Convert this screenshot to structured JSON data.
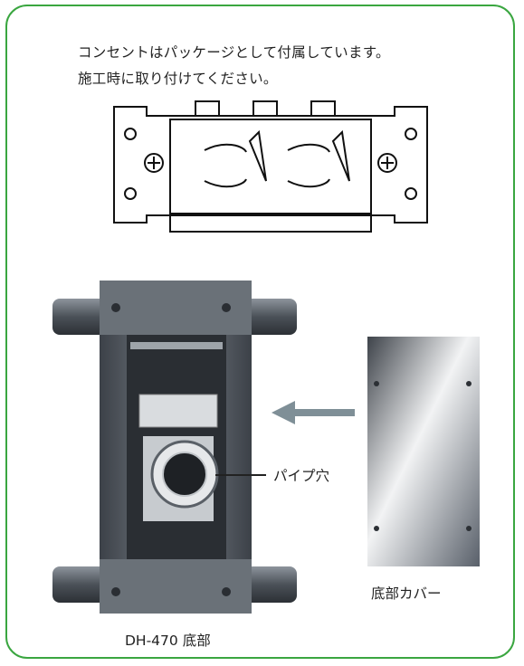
{
  "note": {
    "line1": "コンセントはパッケージとして付属しています。",
    "line2": "施工時に取り付けてください。"
  },
  "labels": {
    "pipe_hole": "パイプ穴",
    "bottom_cover": "底部カバー",
    "base": "DH-470 底部"
  },
  "colors": {
    "frame": "#3aa640",
    "arrow": "#7f8f97",
    "metal": "#5d636b"
  },
  "icons": {
    "arrow": "left-arrow-icon",
    "outlet": "outlet-illustration"
  }
}
